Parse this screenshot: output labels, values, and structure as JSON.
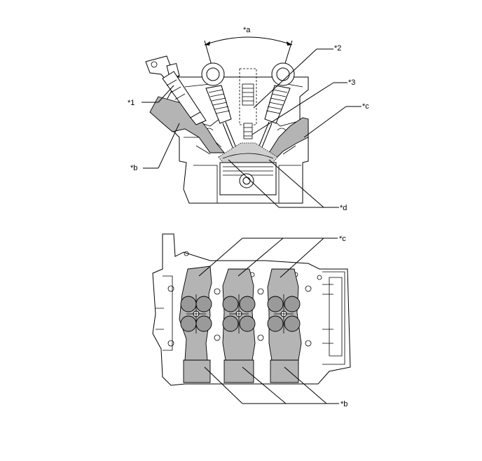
{
  "callouts": {
    "a": "*a",
    "one": "*1",
    "two": "*2",
    "three": "*3",
    "b_top": "*b",
    "c_top": "*c",
    "d": "*d",
    "c_bottom": "*c",
    "b_bottom": "*b"
  },
  "colors": {
    "line": "#000000",
    "shade": "#b4b4b4",
    "background": "#ffffff"
  }
}
